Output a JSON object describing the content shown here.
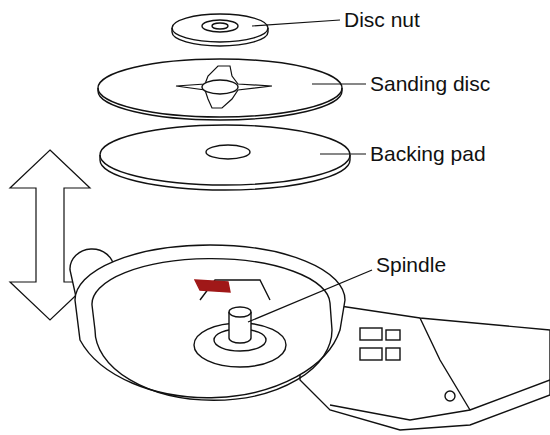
{
  "diagram": {
    "labels": [
      "Disc nut",
      "Sanding disc",
      "Backing pad",
      "Spindle"
    ]
  }
}
